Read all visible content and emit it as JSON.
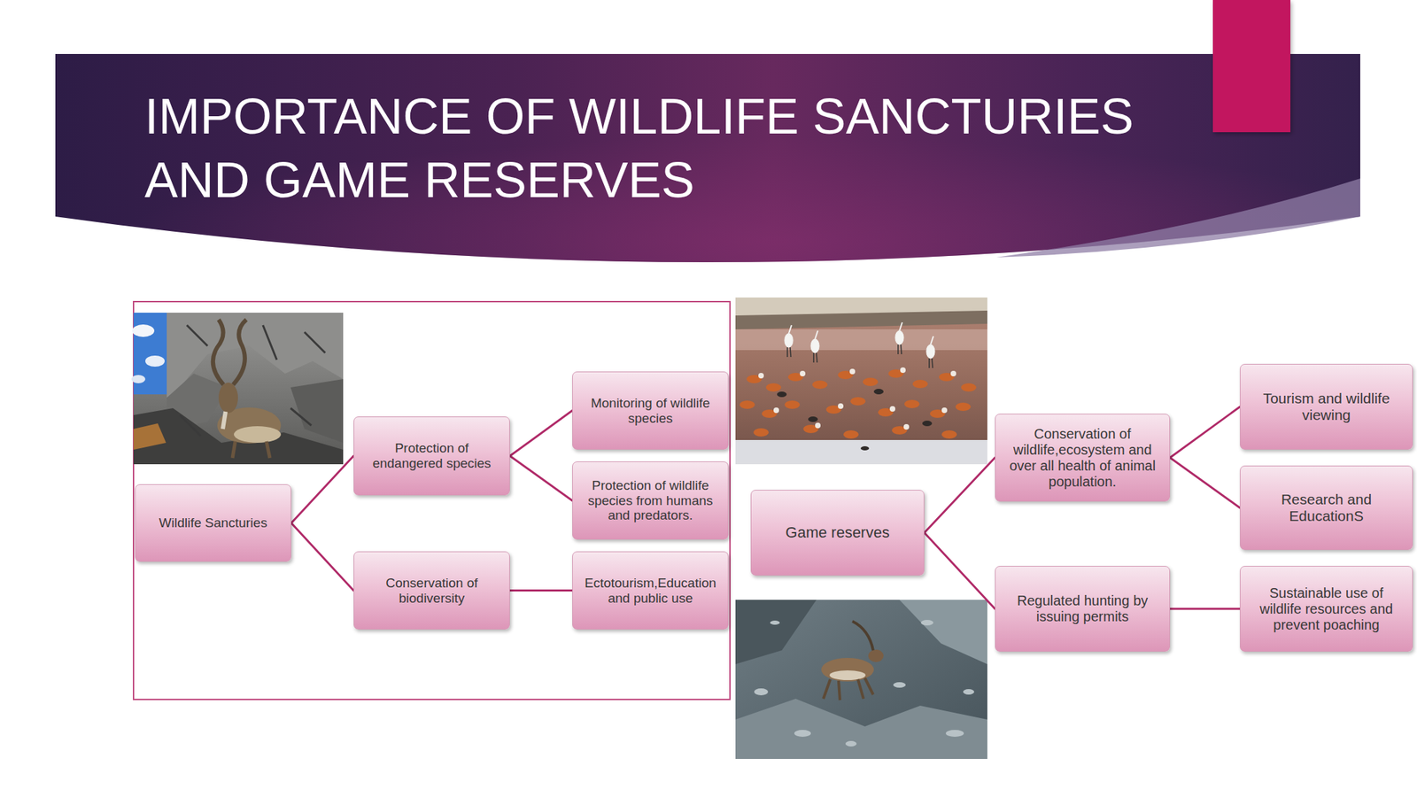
{
  "diagram": {
    "title": "IMPORTANCE OF WILDLIFE SANCTURIES AND GAME RESERVES",
    "nodes": [
      {
        "text": [
          "Wildlife Sancturies"
        ]
      },
      {
        "text": [
          "Protection of endangered species"
        ]
      },
      {
        "text": [
          "Monitoring of wildlife species"
        ]
      },
      {
        "text": [
          "Protection of wildlife species from humans and predators."
        ]
      },
      {
        "text": [
          "Conservation of biodiversity"
        ]
      },
      {
        "text": [
          "Ectotourism,Education and public use"
        ]
      },
      {
        "text": [
          "Game reserves"
        ]
      },
      {
        "text": [
          "Conservation of wildlife,ecosystem and over all health of animal population."
        ]
      },
      {
        "text": [
          "Tourism and wildlife viewing"
        ]
      },
      {
        "text": [
          "Research and EducationS"
        ]
      },
      {
        "text": [
          "Regulated hunting by issuing permits"
        ]
      },
      {
        "text": [
          "Sustainable use of wildlife resources and prevent poaching"
        ]
      }
    ],
    "edges": [
      {
        "from": 0,
        "to": 1,
        "arrow": "none"
      },
      {
        "from": 0,
        "to": 4,
        "arrow": "none"
      },
      {
        "from": 1,
        "to": 2,
        "arrow": "none"
      },
      {
        "from": 1,
        "to": 3,
        "arrow": "none"
      },
      {
        "from": 4,
        "to": 5,
        "arrow": "none"
      },
      {
        "from": 6,
        "to": 7,
        "arrow": "none"
      },
      {
        "from": 6,
        "to": 10,
        "arrow": "none"
      },
      {
        "from": 7,
        "to": 8,
        "arrow": "none"
      },
      {
        "from": 7,
        "to": 9,
        "arrow": "none"
      },
      {
        "from": 10,
        "to": 11,
        "arrow": "none"
      }
    ]
  }
}
